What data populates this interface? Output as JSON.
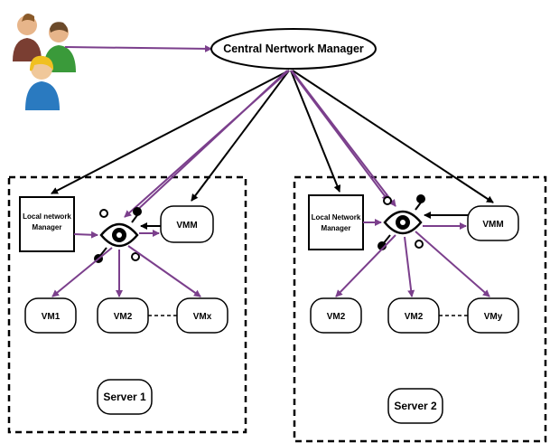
{
  "manager": {
    "label": "Central Nertwork Manager"
  },
  "colors": {
    "purple": "#7b3f8c",
    "black": "#000000",
    "box_border": "#444444"
  },
  "server1": {
    "local_manager": [
      "Local network",
      "Manager"
    ],
    "vmm": "VMM",
    "vms": [
      "VM1",
      "VM2",
      "VMx"
    ],
    "label": "Server 1"
  },
  "server2": {
    "local_manager": [
      "Local Network",
      "Manager"
    ],
    "vmm": "VMM",
    "vms": [
      "VM2",
      "VM2",
      "VMy"
    ],
    "label": "Server 2"
  },
  "icons": [
    "users-group-icon",
    "eye-monitor-icon"
  ]
}
